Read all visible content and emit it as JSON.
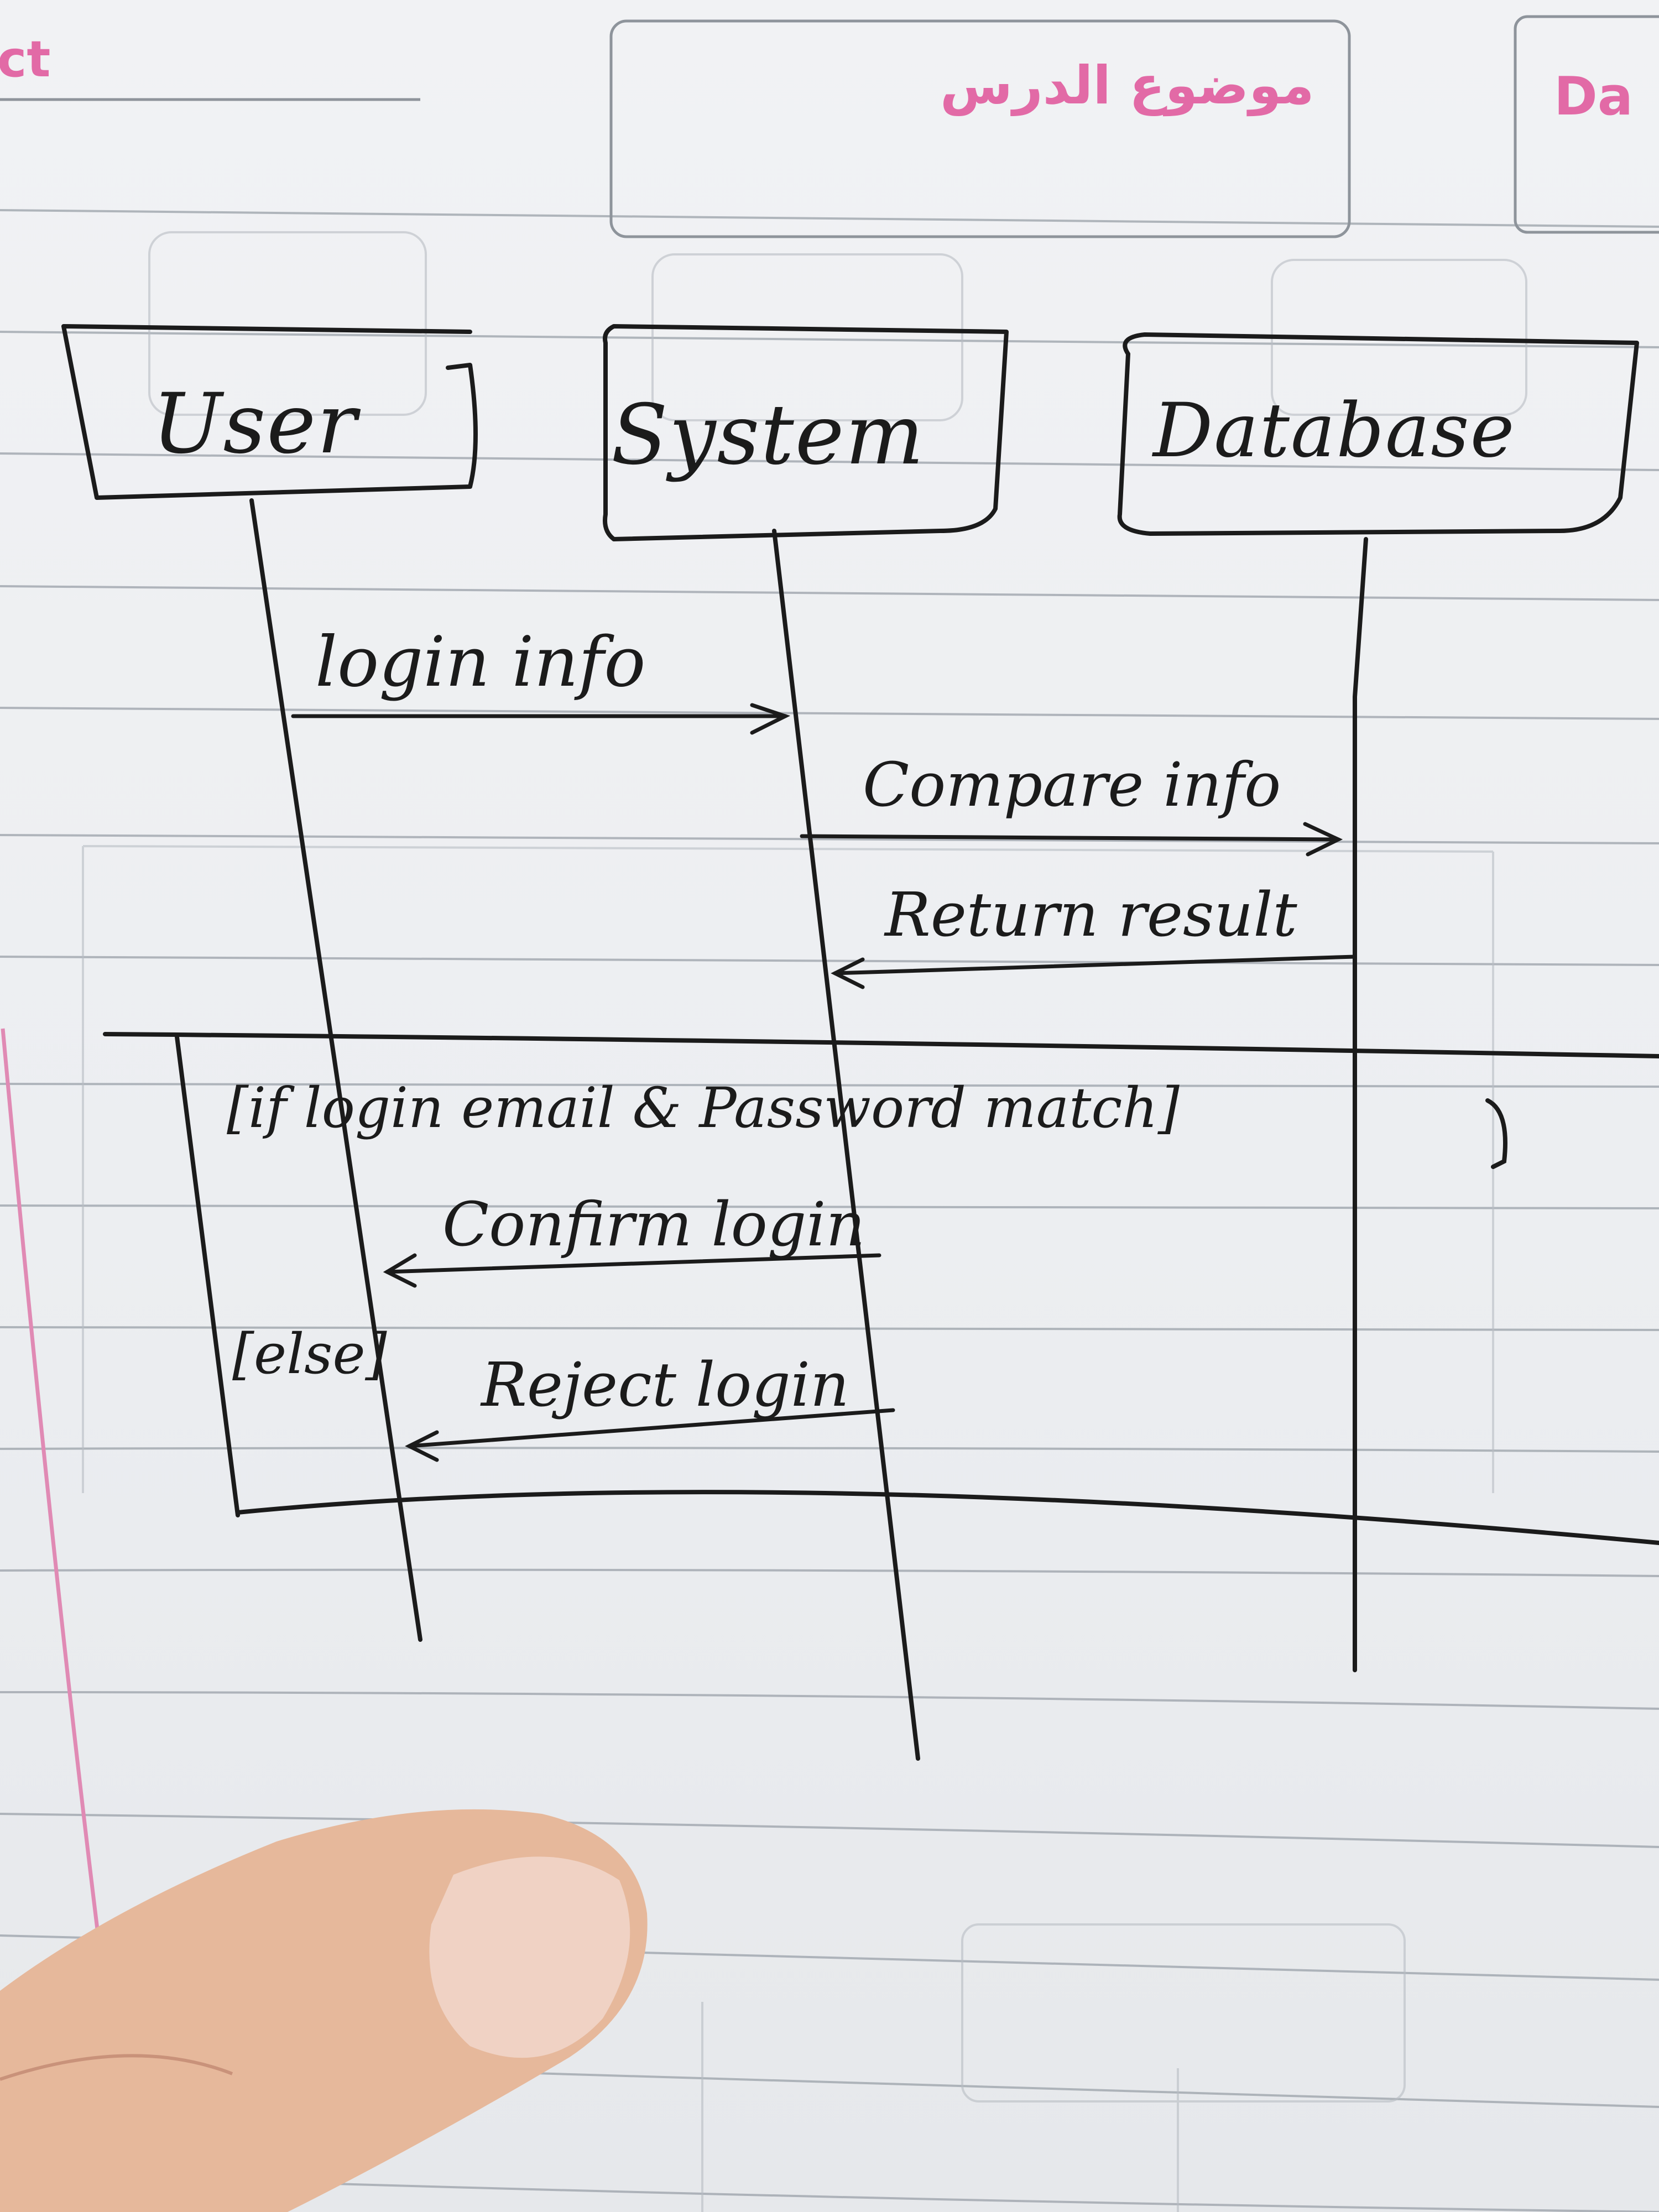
{
  "header": {
    "left_fragment": "ct",
    "center_label": "موضوع الدرس",
    "right_fragment": "Da"
  },
  "diagram": {
    "lifelines": {
      "user": "User",
      "system": "System",
      "database": "Database"
    },
    "messages": {
      "login_info": "login info",
      "compare_info": "Compare info",
      "return_result": "Return result",
      "confirm_login": "Confirm login",
      "reject_login": "Reject login"
    },
    "alt_fragment": {
      "guard_if": "[if login email & Password match]",
      "guard_else": "[else]"
    }
  },
  "colors": {
    "ink": "#1b1b1b",
    "header_pink": "#e26aa6",
    "margin_line": "#e08ab4",
    "ruled_line": "#9aa0a8"
  }
}
